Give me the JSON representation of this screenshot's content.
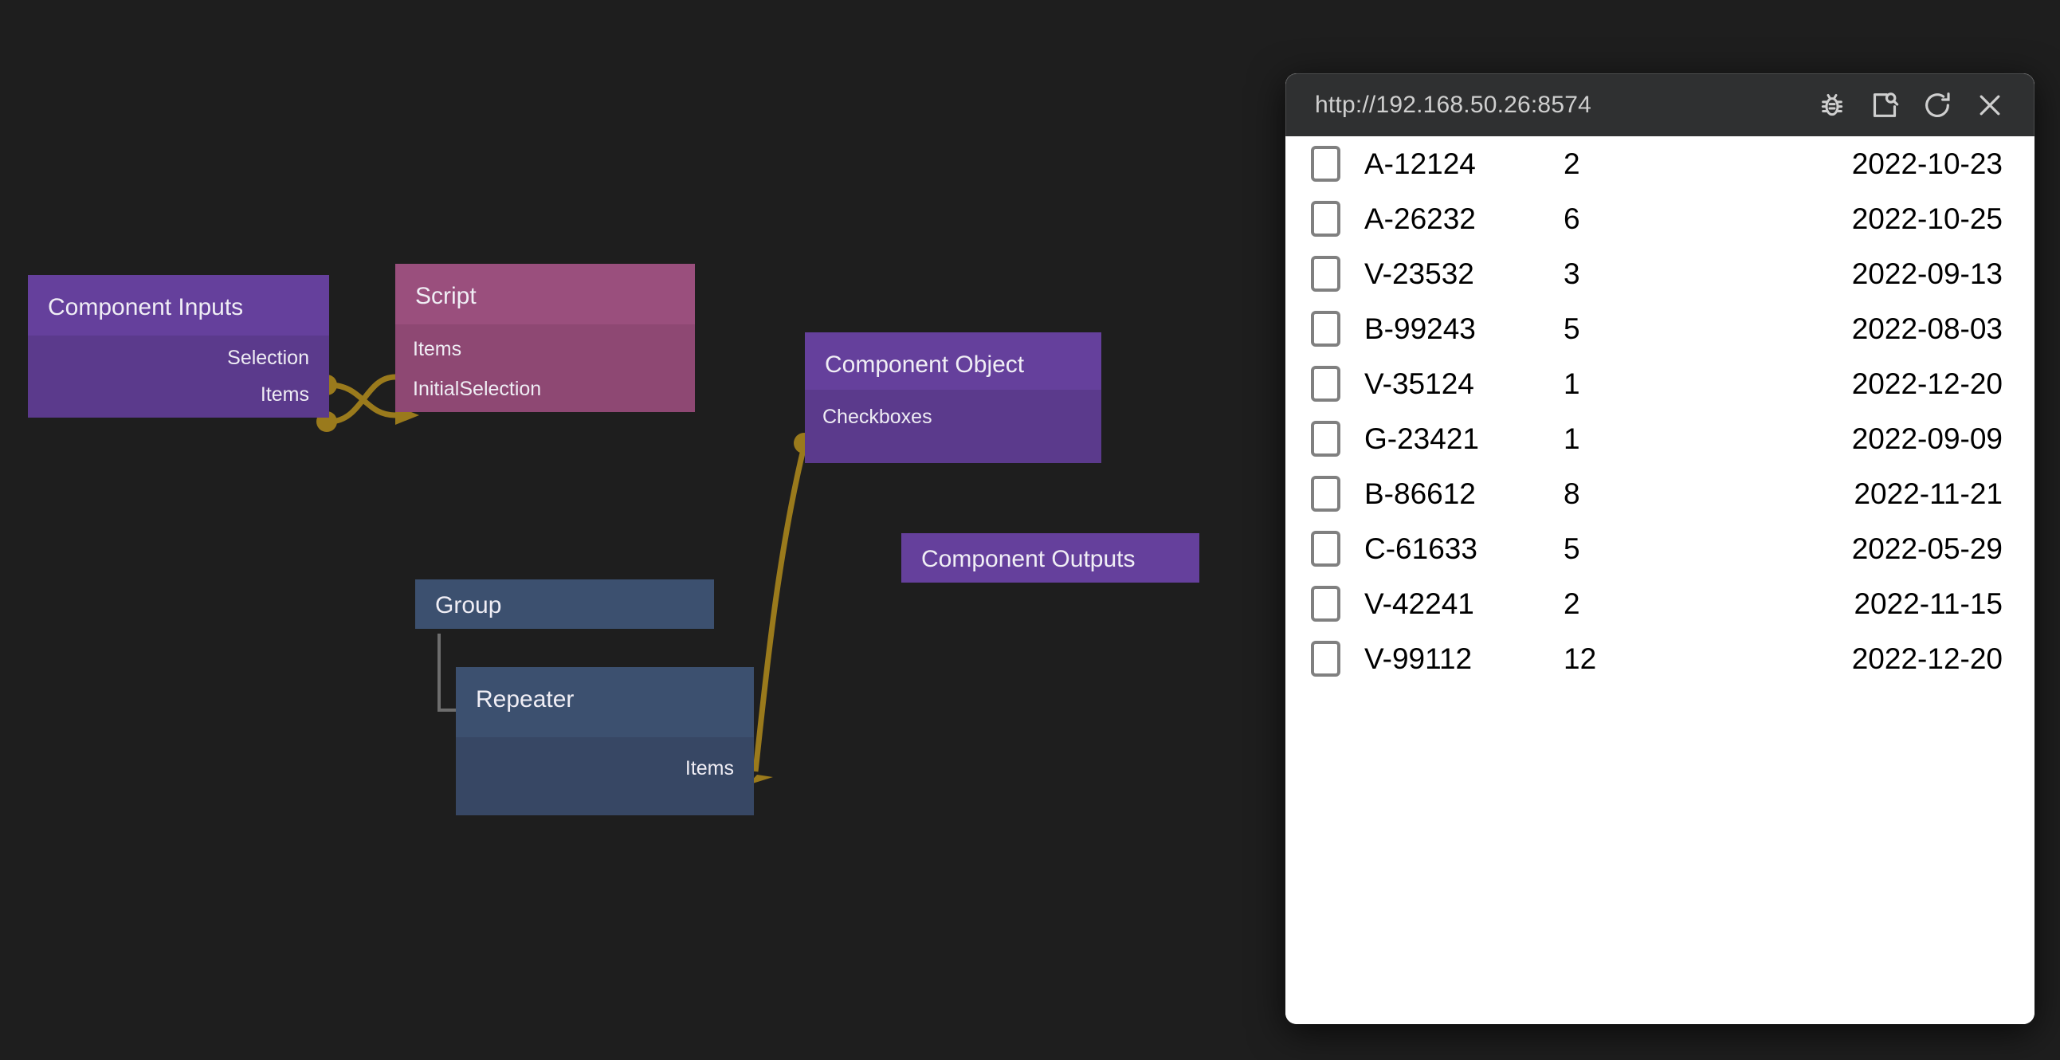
{
  "canvas": {
    "background_color": "#1e1e1e",
    "wire_color": "#9a7a1c",
    "nodes": [
      {
        "id": "component-inputs",
        "title": "Component Inputs",
        "kind": "purple",
        "ports": [
          "Selection",
          "Items"
        ]
      },
      {
        "id": "script",
        "title": "Script",
        "kind": "magenta",
        "ports": [
          "Items",
          "InitialSelection"
        ]
      },
      {
        "id": "component-object",
        "title": "Component Object",
        "kind": "purple",
        "ports": [
          "Checkboxes"
        ]
      },
      {
        "id": "component-outputs",
        "title": "Component Outputs",
        "kind": "purple",
        "ports": []
      },
      {
        "id": "group",
        "title": "Group",
        "kind": "blue",
        "ports": []
      },
      {
        "id": "repeater",
        "title": "Repeater",
        "kind": "blue",
        "ports": [
          "Items"
        ]
      }
    ],
    "nodes_map": {
      "component_inputs": {
        "title": "Component Inputs",
        "port_selection": "Selection",
        "port_items": "Items"
      },
      "script": {
        "title": "Script",
        "port_items": "Items",
        "port_initial_selection": "InitialSelection"
      },
      "component_object": {
        "title": "Component Object",
        "port_checkboxes": "Checkboxes"
      },
      "component_outputs": {
        "title": "Component Outputs"
      },
      "group": {
        "title": "Group"
      },
      "repeater": {
        "title": "Repeater",
        "port_items": "Items"
      }
    },
    "connections": [
      {
        "from": "Component Inputs.Selection",
        "to": "Script.InitialSelection"
      },
      {
        "from": "Component Inputs.Items",
        "to": "Script.Items"
      },
      {
        "from": "Component Object.Checkboxes",
        "to": "Repeater.Items"
      }
    ]
  },
  "browser": {
    "url": "http://192.168.50.26:8574",
    "toolbar_icons": [
      {
        "name": "bug-icon",
        "label": "Debug"
      },
      {
        "name": "page-inspect-icon",
        "label": "Inspect page"
      },
      {
        "name": "reload-icon",
        "label": "Reload"
      },
      {
        "name": "close-icon",
        "label": "Close"
      }
    ],
    "table": {
      "columns": [
        "select",
        "id",
        "quantity",
        "date"
      ],
      "rows": [
        {
          "checked": false,
          "id": "A-12124",
          "qty": "2",
          "date": "2022-10-23"
        },
        {
          "checked": false,
          "id": "A-26232",
          "qty": "6",
          "date": "2022-10-25"
        },
        {
          "checked": false,
          "id": "V-23532",
          "qty": "3",
          "date": "2022-09-13"
        },
        {
          "checked": false,
          "id": "B-99243",
          "qty": "5",
          "date": "2022-08-03"
        },
        {
          "checked": false,
          "id": "V-35124",
          "qty": "1",
          "date": "2022-12-20"
        },
        {
          "checked": false,
          "id": "G-23421",
          "qty": "1",
          "date": "2022-09-09"
        },
        {
          "checked": false,
          "id": "B-86612",
          "qty": "8",
          "date": "2022-11-21"
        },
        {
          "checked": false,
          "id": "C-61633",
          "qty": "5",
          "date": "2022-05-29"
        },
        {
          "checked": false,
          "id": "V-42241",
          "qty": "2",
          "date": "2022-11-15"
        },
        {
          "checked": false,
          "id": "V-99112",
          "qty": "12",
          "date": "2022-12-20"
        }
      ]
    }
  }
}
